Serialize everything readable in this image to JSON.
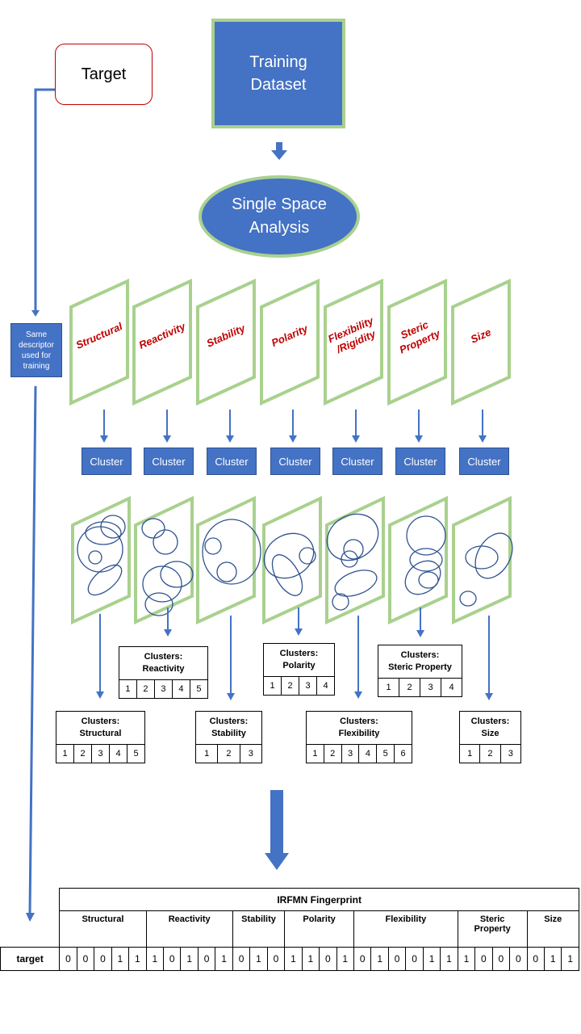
{
  "training_dataset": "Training Dataset",
  "target_label": "Target",
  "single_space_analysis": "Single Space Analysis",
  "descriptor_note": "Same descriptor used for training",
  "colors": {
    "blue": "#4472c4",
    "green": "#a9d18e",
    "red_text": "#c00000"
  },
  "spaces": [
    {
      "label": "Structural",
      "lines": [
        "Structural"
      ]
    },
    {
      "label": "Reactivity",
      "lines": [
        "Reactivity"
      ]
    },
    {
      "label": "Stability",
      "lines": [
        "Stability"
      ]
    },
    {
      "label": "Polarity",
      "lines": [
        "Polarity"
      ]
    },
    {
      "label": "Flexibility /Rigidity",
      "lines": [
        "Flexibility",
        "/Rigidity"
      ]
    },
    {
      "label": "Steric Property",
      "lines": [
        "Steric",
        "Property"
      ]
    },
    {
      "label": "Size",
      "lines": [
        "Size"
      ]
    }
  ],
  "cluster_button_label": "Cluster",
  "cluster_tables": [
    {
      "title_line1": "Clusters:",
      "title_line2": "Structural",
      "values": [
        "1",
        "2",
        "3",
        "4",
        "5"
      ]
    },
    {
      "title_line1": "Clusters:",
      "title_line2": "Reactivity",
      "values": [
        "1",
        "2",
        "3",
        "4",
        "5"
      ]
    },
    {
      "title_line1": "Clusters:",
      "title_line2": "Stability",
      "values": [
        "1",
        "2",
        "3"
      ]
    },
    {
      "title_line1": "Clusters:",
      "title_line2": "Polarity",
      "values": [
        "1",
        "2",
        "3",
        "4"
      ]
    },
    {
      "title_line1": "Clusters:",
      "title_line2": "Flexibility",
      "values": [
        "1",
        "2",
        "3",
        "4",
        "5",
        "6"
      ]
    },
    {
      "title_line1": "Clusters:",
      "title_line2": "Steric Property",
      "values": [
        "1",
        "2",
        "3",
        "4"
      ]
    },
    {
      "title_line1": "Clusters:",
      "title_line2": "Size",
      "values": [
        "1",
        "2",
        "3"
      ]
    }
  ],
  "fingerprint": {
    "title": "IRFMN Fingerprint",
    "row_label": "target",
    "groups": [
      {
        "name": "Structural",
        "lines": [
          "Structural"
        ],
        "bits": [
          "0",
          "0",
          "0",
          "1",
          "1"
        ]
      },
      {
        "name": "Reactivity",
        "lines": [
          "Reactivity"
        ],
        "bits": [
          "1",
          "0",
          "1",
          "0",
          "1"
        ]
      },
      {
        "name": "Stability",
        "lines": [
          "Stability"
        ],
        "bits": [
          "0",
          "1",
          "0"
        ]
      },
      {
        "name": "Polarity",
        "lines": [
          "Polarity"
        ],
        "bits": [
          "1",
          "1",
          "0",
          "1"
        ]
      },
      {
        "name": "Flexibility",
        "lines": [
          "Flexibility"
        ],
        "bits": [
          "0",
          "1",
          "0",
          "0",
          "1",
          "1"
        ]
      },
      {
        "name": "Steric Property",
        "lines": [
          "Steric",
          "Property"
        ],
        "bits": [
          "1",
          "0",
          "0",
          "0"
        ]
      },
      {
        "name": "Size",
        "lines": [
          "Size"
        ],
        "bits": [
          "0",
          "1",
          "1"
        ]
      }
    ]
  }
}
